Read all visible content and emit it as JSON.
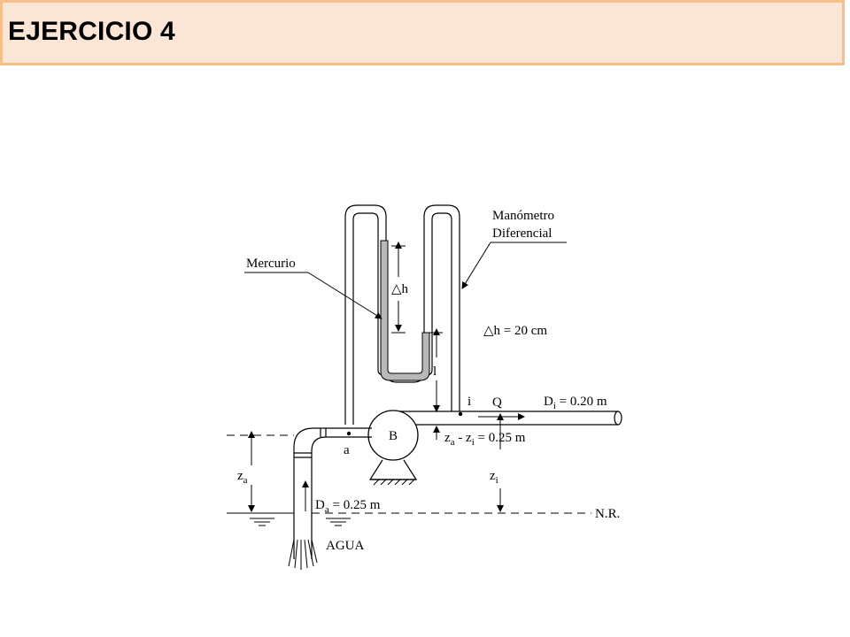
{
  "header": {
    "title": "EJERCICIO 4"
  },
  "diagram": {
    "manometer_label_line1": "Manómetro",
    "manometer_label_line2": "Diferencial",
    "mercury_label": "Mercurio",
    "delta_h_symbol": "△h",
    "delta_h_value": "△h = 20 cm",
    "dim_l": "l",
    "point_i": "i",
    "flow_q": "Q",
    "di_label": "D",
    "di_sub": "i",
    "di_value": " = 0.20 m",
    "pump_label": "B",
    "point_a": "a",
    "za_zi_label_z1": "z",
    "za_zi_sub_a": "a",
    "za_zi_mid": " - z",
    "za_zi_sub_i": "i",
    "za_zi_value": " = 0.25 m",
    "za_z": "z",
    "za_sub": "a",
    "zi_z": "z",
    "zi_sub": "i",
    "da_label": "D",
    "da_sub": "a",
    "da_value": " = 0.25 m",
    "nr_label": "N.R.",
    "water_label": "AGUA"
  }
}
